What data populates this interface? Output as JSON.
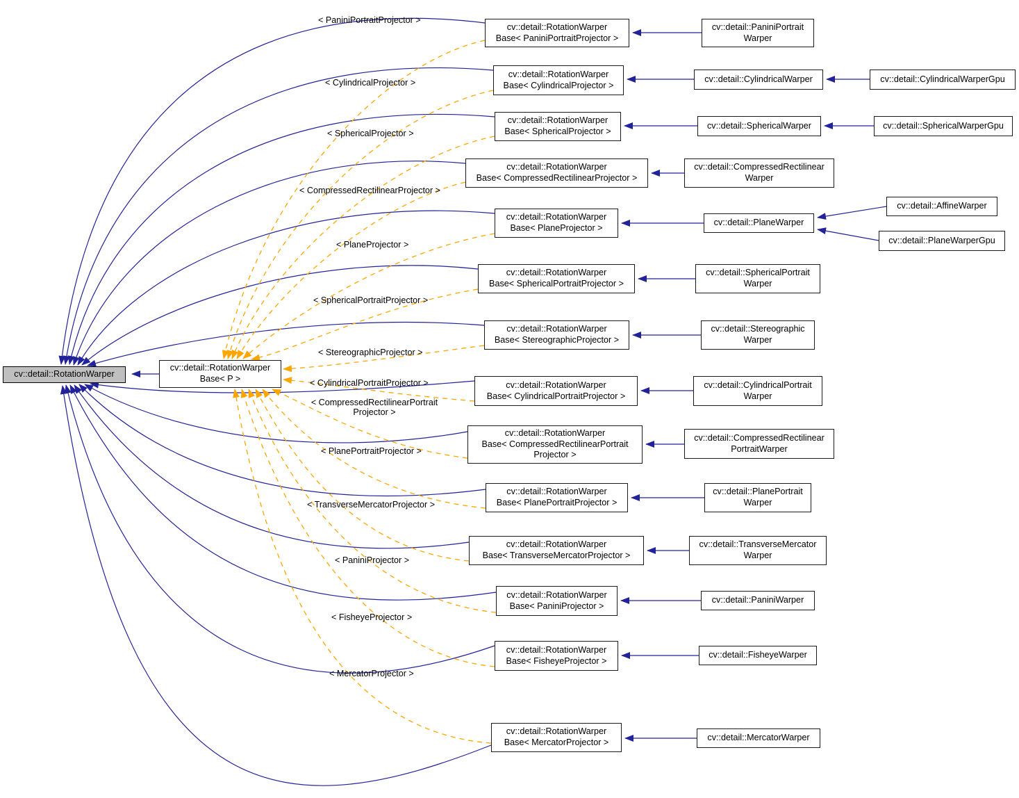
{
  "diagram": {
    "kind": "class-inheritance-graph",
    "colors": {
      "inheritance_edge": "#22229a",
      "template_edge": "#ffa500",
      "highlight_fill": "#bfbfbf",
      "node_fill": "#ffffff",
      "node_border": "#1a1a1a"
    },
    "root": {
      "label": "cv::detail::RotationWarper"
    },
    "base_p": {
      "label": "cv::detail::RotationWarper\nBase< P >"
    },
    "bases": [
      {
        "label": "cv::detail::RotationWarper\nBase< PaniniPortraitProjector >"
      },
      {
        "label": "cv::detail::RotationWarper\nBase< CylindricalProjector >"
      },
      {
        "label": "cv::detail::RotationWarper\nBase< SphericalProjector >"
      },
      {
        "label": "cv::detail::RotationWarper\nBase< CompressedRectilinearProjector >"
      },
      {
        "label": "cv::detail::RotationWarper\nBase< PlaneProjector >"
      },
      {
        "label": "cv::detail::RotationWarper\nBase< SphericalPortraitProjector >"
      },
      {
        "label": "cv::detail::RotationWarper\nBase< StereographicProjector >"
      },
      {
        "label": "cv::detail::RotationWarper\nBase< CylindricalPortraitProjector >"
      },
      {
        "label": "cv::detail::RotationWarper\nBase< CompressedRectilinearPortrait\nProjector >"
      },
      {
        "label": "cv::detail::RotationWarper\nBase< PlanePortraitProjector >"
      },
      {
        "label": "cv::detail::RotationWarper\nBase< TransverseMercatorProjector >"
      },
      {
        "label": "cv::detail::RotationWarper\nBase< PaniniProjector >"
      },
      {
        "label": "cv::detail::RotationWarper\nBase< FisheyeProjector >"
      },
      {
        "label": "cv::detail::RotationWarper\nBase< MercatorProjector >"
      }
    ],
    "warpers": [
      {
        "label": "cv::detail::PaniniPortrait\nWarper"
      },
      {
        "label": "cv::detail::CylindricalWarper"
      },
      {
        "label": "cv::detail::SphericalWarper"
      },
      {
        "label": "cv::detail::CompressedRectilinear\nWarper"
      },
      {
        "label": "cv::detail::PlaneWarper"
      },
      {
        "label": "cv::detail::SphericalPortrait\nWarper"
      },
      {
        "label": "cv::detail::Stereographic\nWarper"
      },
      {
        "label": "cv::detail::CylindricalPortrait\nWarper"
      },
      {
        "label": "cv::detail::CompressedRectilinear\nPortraitWarper"
      },
      {
        "label": "cv::detail::PlanePortrait\nWarper"
      },
      {
        "label": "cv::detail::TransverseMercator\nWarper"
      },
      {
        "label": "cv::detail::PaniniWarper"
      },
      {
        "label": "cv::detail::FisheyeWarper"
      },
      {
        "label": "cv::detail::MercatorWarper"
      }
    ],
    "gpu": [
      {
        "label": "cv::detail::CylindricalWarperGpu"
      },
      {
        "label": "cv::detail::SphericalWarperGpu"
      },
      {
        "label": "cv::detail::AffineWarper"
      },
      {
        "label": "cv::detail::PlaneWarperGpu"
      }
    ],
    "edge_labels": [
      {
        "text": "< PaniniPortraitProjector >"
      },
      {
        "text": "< CylindricalProjector >"
      },
      {
        "text": "< SphericalProjector >"
      },
      {
        "text": "< CompressedRectilinearProjector >"
      },
      {
        "text": "< PlaneProjector >"
      },
      {
        "text": "< SphericalPortraitProjector >"
      },
      {
        "text": "< StereographicProjector >"
      },
      {
        "text": "< CylindricalPortraitProjector >"
      },
      {
        "text": "< CompressedRectilinearPortrait\nProjector >"
      },
      {
        "text": "< PlanePortraitProjector >"
      },
      {
        "text": "< TransverseMercatorProjector >"
      },
      {
        "text": "< PaniniProjector >"
      },
      {
        "text": "< FisheyeProjector >"
      },
      {
        "text": "< MercatorProjector >"
      }
    ]
  }
}
